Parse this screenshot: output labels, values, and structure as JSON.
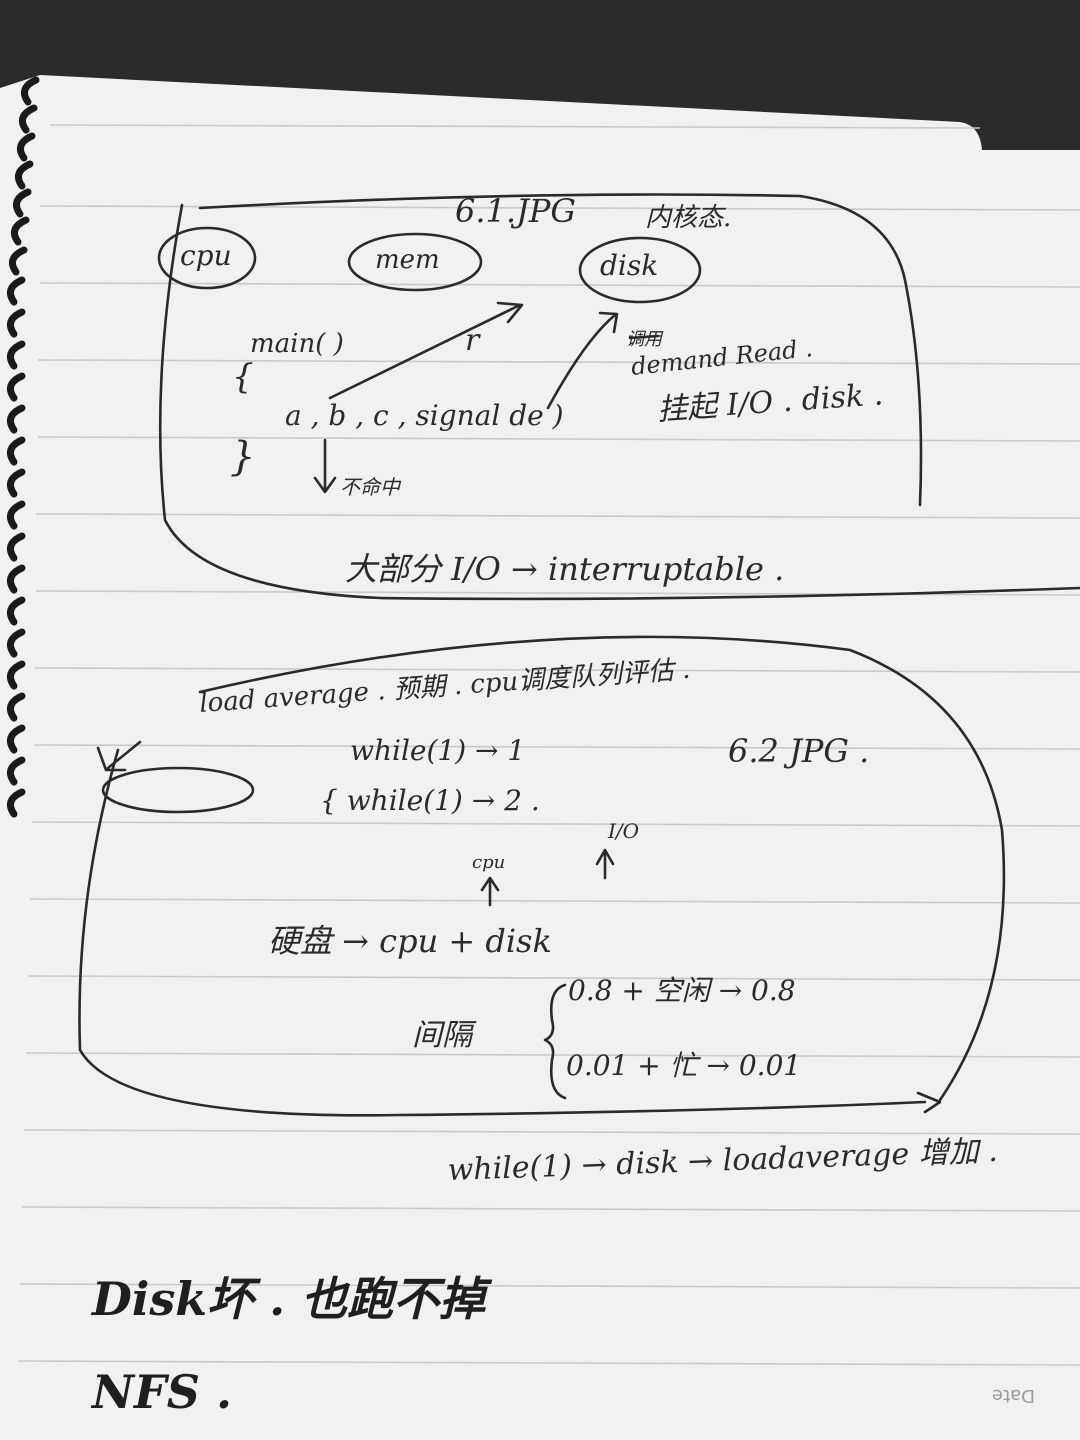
{
  "colors": {
    "background": "#2b2b2d",
    "paper": "#f1f1ef",
    "rule": "#c7c9cc",
    "ink": "#2a2a2c",
    "binding": "#1a1a1a"
  },
  "notes": {
    "top": {
      "ref": "6.1.JPG",
      "title": "内核态.",
      "ovals": [
        "cpu",
        "mem",
        "disk"
      ],
      "main_open": "main( )",
      "brace_open": "{",
      "arrow_r": "r",
      "struck": "调用",
      "demand": "demand Read .",
      "pending": "挂起 I/O . disk .",
      "code": "a , b , c , signal de )",
      "brace_close": "}",
      "miss": "不命中",
      "result": "大部分 I/O → interruptable ."
    },
    "bottom": {
      "heading": "load average . 预期 . cpu调度队列评估 .",
      "ref": "6.2 JPG .",
      "while1": "while(1) → 1",
      "while2": "{ while(1) → 2 .",
      "io": "I/O",
      "cpu": "cpu",
      "machine": "硬盘 → cpu + disk",
      "period": "间隔",
      "line1": "0.8 + 空闲 → 0.8",
      "line2": "0.01 + 忙 → 0.01",
      "while_disk": "while(1) → disk → loadaverage 增加 ."
    },
    "footer1": "Disk坏 . 也跑不掉",
    "footer2": "NFS .",
    "date_stamp": "Date"
  }
}
